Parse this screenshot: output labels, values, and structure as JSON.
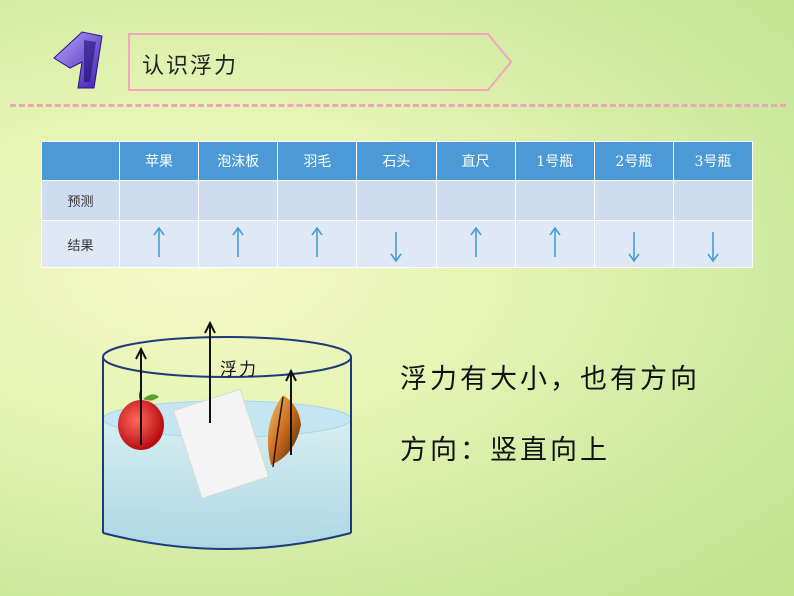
{
  "section": {
    "number": "1",
    "title": "认识浮力"
  },
  "table": {
    "headers": [
      "",
      "苹果",
      "泡沫板",
      "羽毛",
      "石头",
      "直尺",
      "1号瓶",
      "2号瓶",
      "3号瓶"
    ],
    "rows": [
      {
        "label": "预测",
        "cells": [
          "",
          "",
          "",
          "",
          "",
          "",
          "",
          ""
        ]
      },
      {
        "label": "结果",
        "cells": [
          "up",
          "up",
          "up",
          "down",
          "up",
          "up",
          "down",
          "down"
        ]
      }
    ],
    "colors": {
      "header": "#4b9ad6",
      "arrow": "#4b9ad6"
    }
  },
  "illustration": {
    "force_label": "浮力"
  },
  "statements": {
    "line1": "浮力有大小，也有方向",
    "line2": "方向：竖直向上"
  }
}
